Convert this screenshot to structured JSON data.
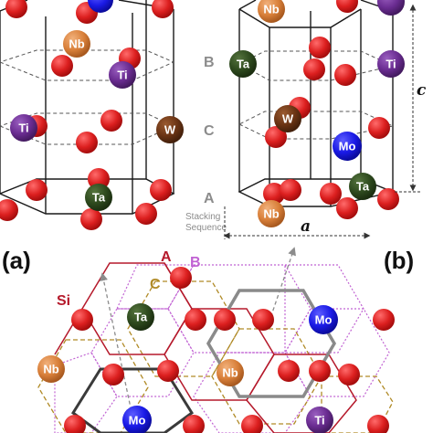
{
  "panel_a_tag": "(a)",
  "panel_b_tag": "(b)",
  "layer_labels": {
    "b": "B",
    "c": "C",
    "a": "A"
  },
  "stacking_text": [
    "Stacking",
    "Sequence"
  ],
  "lattice_params": {
    "a": "a",
    "c": "c"
  },
  "si_label": "Si",
  "layer_labels_bottom": {
    "a": "A",
    "b": "B",
    "c": "C"
  },
  "atoms": {
    "nb": "Nb",
    "ti": "Ti",
    "ta": "Ta",
    "w": "W",
    "mo": "Mo"
  },
  "colors": {
    "si": "#dc1f1f",
    "nb": "#d9803a",
    "ti": "#6a2c91",
    "ta": "#2e4a1e",
    "w": "#6b3414",
    "mo": "#1a1ae6",
    "layer_a": "#b5192b",
    "layer_b": "#c163d3",
    "layer_c": "#b08a26",
    "grey_hex": "#8a8a8a"
  }
}
